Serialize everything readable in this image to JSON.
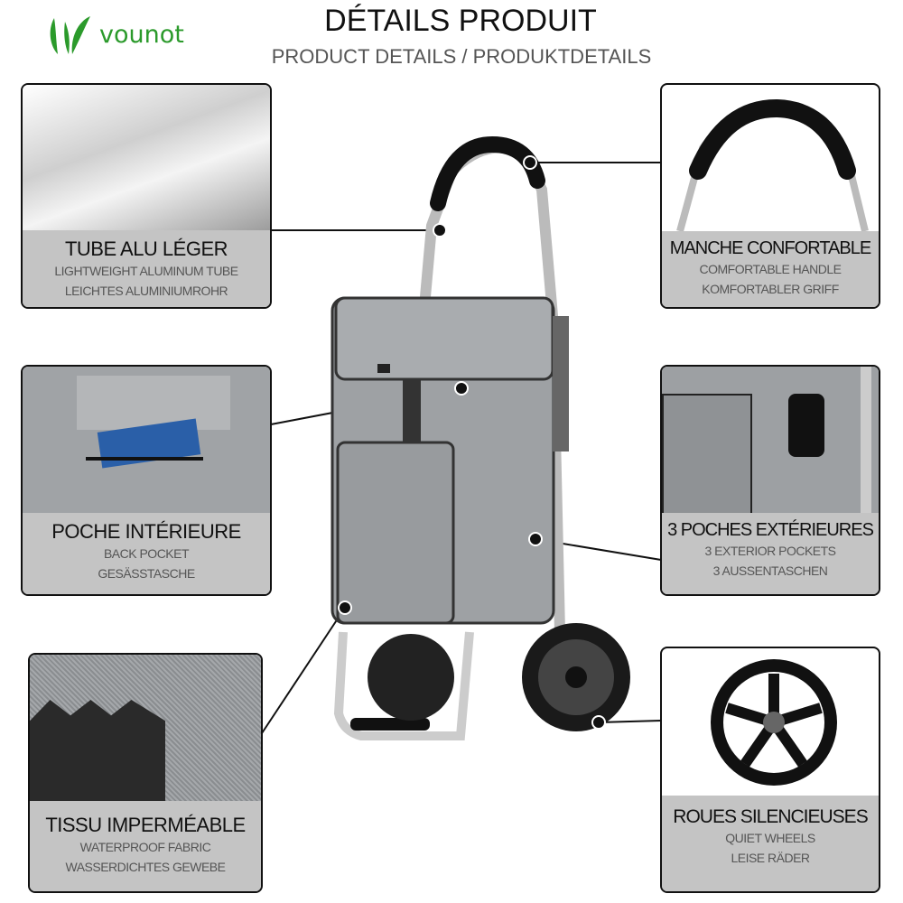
{
  "brand": {
    "name": "vounot",
    "color": "#2b9a2b"
  },
  "header": {
    "title": "DÉTAILS PRODUIT",
    "subtitle": "PRODUCT DETAILS / PRODUKTDETAILS"
  },
  "panels": [
    {
      "title": "TUBE ALU LÉGER",
      "line1": "LIGHTWEIGHT ALUMINUM TUBE",
      "line2": "LEICHTES ALUMINIUMROHR"
    },
    {
      "title": "MANCHE CONFORTABLE",
      "line1": "COMFORTABLE HANDLE",
      "line2": "KOMFORTABLER GRIFF"
    },
    {
      "title": "POCHE INTÉRIEURE",
      "line1": "BACK POCKET",
      "line2": "GESÄSSTASCHE"
    },
    {
      "title": "3 POCHES EXTÉRIEURES",
      "line1": "3 EXTERIOR POCKETS",
      "line2": "3 AUSSENTASCHEN"
    },
    {
      "title": "TISSU IMPERMÉABLE",
      "line1": "WATERPROOF FABRIC",
      "line2": "WASSERDICHTES GEWEBE"
    },
    {
      "title": "ROUES SILENCIEUSES",
      "line1": "QUIET WHEELS",
      "line2": "LEISE RÄDER"
    }
  ]
}
